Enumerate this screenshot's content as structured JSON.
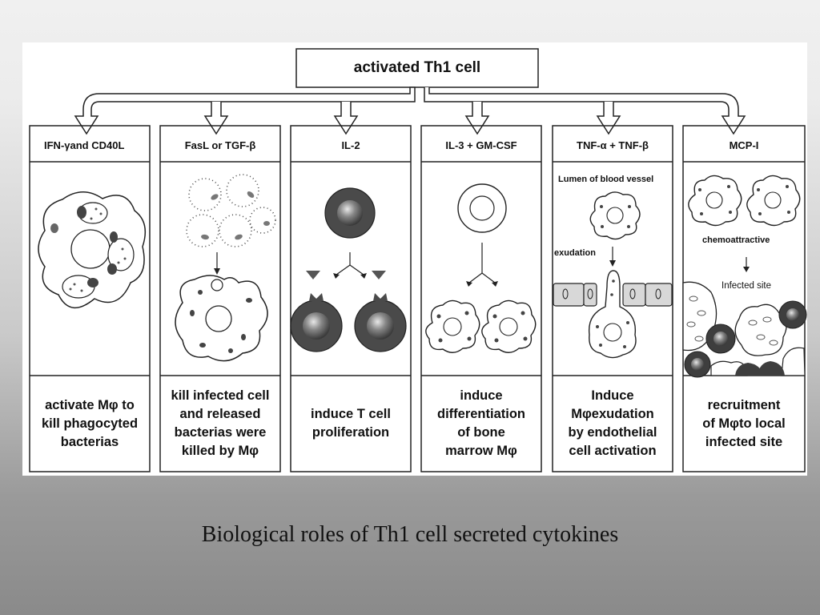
{
  "diagram": {
    "title": "activated Th1 cell",
    "columns": [
      {
        "header": "IFN-γand CD40L",
        "description": [
          "activate Mφ to",
          "kill phagocyted",
          "bacterias"
        ]
      },
      {
        "header": "FasL or TGF-β",
        "description": [
          "kill infected cell",
          "and released",
          "bacterias were",
          "killed by Mφ"
        ]
      },
      {
        "header": "IL-2",
        "description": [
          "induce T cell",
          "proliferation"
        ]
      },
      {
        "header": "IL-3 + GM-CSF",
        "description": [
          "induce",
          "differentiation",
          "of bone",
          "marrow Mφ"
        ]
      },
      {
        "header": "TNF-α + TNF-β",
        "description": [
          "Induce",
          "Mφexudation",
          "by endothelial",
          "cell activation"
        ]
      },
      {
        "header": "MCP-I",
        "description": [
          "recruitment",
          "of Mφto local",
          "infected site"
        ]
      }
    ],
    "annotations": {
      "lumen": "Lumen of blood vessel",
      "exudation": "exudation",
      "chemo": "chemoattractive",
      "infected_site": "Infected site"
    }
  },
  "caption": "Biological roles of Th1 cell secreted cytokines"
}
